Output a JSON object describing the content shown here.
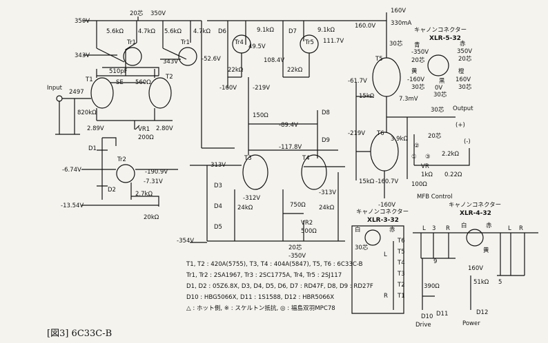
{
  "labels": {
    "v350_top": "350V",
    "v350_b": "350V",
    "v20_top": "20芯",
    "v343_a": "343V",
    "v343_b": "343V",
    "r56k_1": "5.6kΩ",
    "r47k_1": "4.7kΩ",
    "r56k_2": "5.6kΩ",
    "r47k_2": "4.7kΩ",
    "tr1": "Tr1",
    "tr2": "Tr1",
    "c510": "510pF",
    "se": "SE",
    "r560": "560Ω",
    "t1": "T1",
    "t2": "T2",
    "input": "Input",
    "v2497": "2497",
    "r820k": "820kΩ",
    "v289": "2.89V",
    "v280": "2.80V",
    "vr1": "VR1",
    "vr1_val": "200Ω",
    "d1": "D1",
    "d2": "D2",
    "tr3": "Tr2",
    "v674": "-6.74V",
    "v1909": "-190.9V",
    "v731": "-7.31V",
    "r27k": "2.7kΩ",
    "v1354": "-13.54V",
    "r20k": "20kΩ",
    "d6": "D6",
    "tr4": "Tr4",
    "r91k_1": "9.1kΩ",
    "v526": "-52.6V",
    "v495": "49.5V",
    "r22k_1": "22kΩ",
    "v160n": "-160V",
    "v219": "-219V",
    "d7": "D7",
    "tr5": "Tr5",
    "r91k_2": "9.1kΩ",
    "v1117": "111.7V",
    "v1084": "108.4V",
    "r22k_2": "22kΩ",
    "r150": "150Ω",
    "v894": "-89.4V",
    "d8": "D8",
    "d9": "D9",
    "v1178": "-117.8V",
    "v313a": "-313V",
    "v312": "-312V",
    "t3": "T3",
    "t4": "T4",
    "v313b": "-313V",
    "d3": "D3",
    "d4": "D4",
    "d5": "D5",
    "r24k_1": "24kΩ",
    "r750": "750Ω",
    "r24k_2": "24kΩ",
    "vr2": "VR2",
    "vr2_val": "500Ω",
    "v354": "-354V",
    "v20_b": "20芯",
    "v350n": "-350V",
    "v160_top": "160V",
    "v1600": "160.0V",
    "ma330": "330mA",
    "v30_a": "30芯",
    "t5": "T5",
    "v617": "-61.7V",
    "r15k_1": "15kΩ",
    "v73": "7.3mV",
    "v30_b": "30芯",
    "output": "Output",
    "plus": "(+)",
    "v219b": "-219V",
    "t6": "T6",
    "r39k": "3.9kΩ",
    "v20_c": "20芯",
    "minus": "(-)",
    "c1": "①",
    "c2": "②",
    "c3": "③",
    "vr3": "VR",
    "vr3_val": "1kΩ",
    "r22k_3": "2.2kΩ",
    "r022": "0.22Ω",
    "r100": "100Ω",
    "r15k_2": "15kΩ",
    "v1607": "-160.7V",
    "v160n2": "-160V",
    "mfb": "MFB Control",
    "xlr5_title": "キャノンコネクター",
    "xlr5_name": "XLR-5-32",
    "xlr5_blue": "青",
    "xlr5_red": "赤",
    "xlr5_n350": "-350V",
    "xlr5_p350": "350V",
    "xlr5_20a": "20芯",
    "xlr5_20b": "20芯",
    "xlr5_yellow": "黄",
    "xlr5_orange": "橙",
    "xlr5_n160": "-160V",
    "xlr5_p160": "160V",
    "xlr5_30a": "30芯",
    "xlr5_30b": "30芯",
    "xlr5_black": "黒",
    "xlr5_0v": "0V",
    "xlr5_30c": "30芯",
    "xlr3_title": "キャノンコネクター",
    "xlr3_name": "XLR-3-32",
    "xlr3_white": "白",
    "xlr3_red": "赤",
    "xlr3_30": "30芯",
    "l": "L",
    "r": "R",
    "t_cells": [
      "T6",
      "T5",
      "T4",
      "T3",
      "T2",
      "T1"
    ],
    "xlr4_title": "キャノンコネクター",
    "xlr4_name": "XLR-4-32",
    "xlr4_white": "白",
    "xlr4_red": "赤",
    "xlr4_yellow": "黄",
    "r390": "390Ω",
    "d10": "D10",
    "d11": "D11",
    "drive": "Drive",
    "v160p2": "160V",
    "r51k": "51kΩ",
    "d12": "D12",
    "power": "Power",
    "p3": "3",
    "p5": "5",
    "p9": "9"
  },
  "legend_lines": [
    "T1, T2 : 420A(5755), T3, T4 : 404A(5847), T5, T6 : 6C33C-B",
    "Tr1, Tr2 : 2SA1967, Tr3 : 2SC1775A, Tr4, Tr5 : 2SJ117",
    "D1, D2 : 05Z6.8X, D3, D4, D5, D6, D7 : RD47F, D8, D9 : RD27F",
    "D10 : HBG5066X, D11 : 1S1588, D12 : HBR5066X",
    "△ : ホット側, ※ : スケルトン抵抗, ◎ : 福島双羽MPC78"
  ],
  "figure_caption": "[図3]  6C33C-B"
}
